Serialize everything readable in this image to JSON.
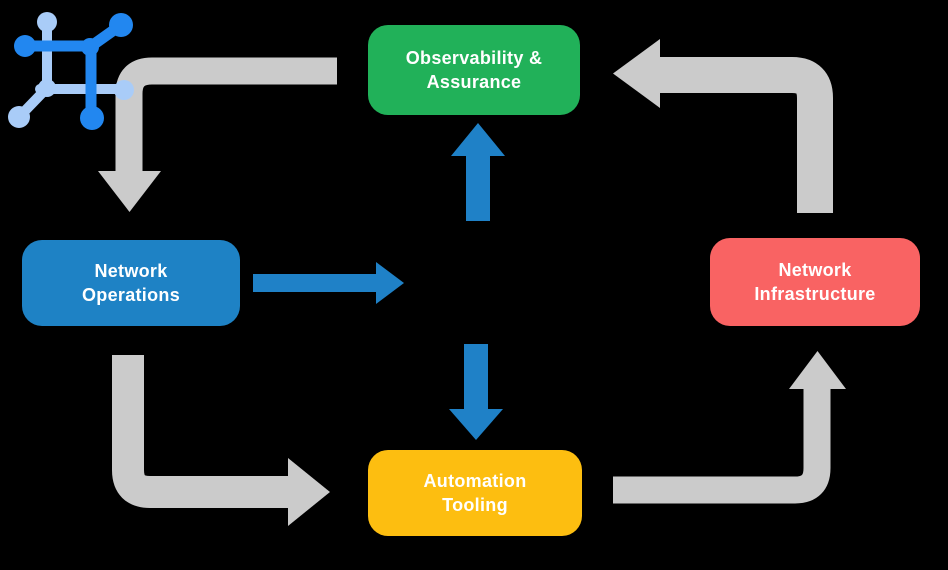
{
  "diagram": {
    "name": "network-automation-cycle",
    "nodes": [
      {
        "id": "observability-assurance",
        "line1": "Observability &",
        "line2": "Assurance",
        "color": "#21B159"
      },
      {
        "id": "network-operations",
        "line1": "Network",
        "line2": "Operations",
        "color": "#1E82C5"
      },
      {
        "id": "network-infrastructure",
        "line1": "Network",
        "line2": "Infrastructure",
        "color": "#F96363"
      },
      {
        "id": "automation-tooling",
        "line1": "Automation",
        "line2": "Tooling",
        "color": "#FDBE10"
      }
    ],
    "center_icon": "network-topology-icon",
    "flows": [
      {
        "from": "observability-assurance",
        "to": "network-operations",
        "style": "gray-elbow"
      },
      {
        "from": "network-operations",
        "to": "automation-tooling",
        "style": "gray-elbow"
      },
      {
        "from": "automation-tooling",
        "to": "network-infrastructure",
        "style": "gray-elbow"
      },
      {
        "from": "network-infrastructure",
        "to": "observability-assurance",
        "style": "gray-elbow"
      },
      {
        "from": "network-operations",
        "to": "center-icon",
        "style": "blue-straight"
      },
      {
        "from": "center-icon",
        "to": "observability-assurance",
        "style": "blue-straight"
      },
      {
        "from": "center-icon",
        "to": "automation-tooling",
        "style": "blue-straight"
      }
    ]
  },
  "colors": {
    "background": "#000000",
    "text": "#FFFFFF",
    "arrow_gray": "#CBCBCB",
    "arrow_blue": "#1F81C7",
    "icon_blue": "#2287F0",
    "icon_light_blue": "#A9CCF8"
  }
}
